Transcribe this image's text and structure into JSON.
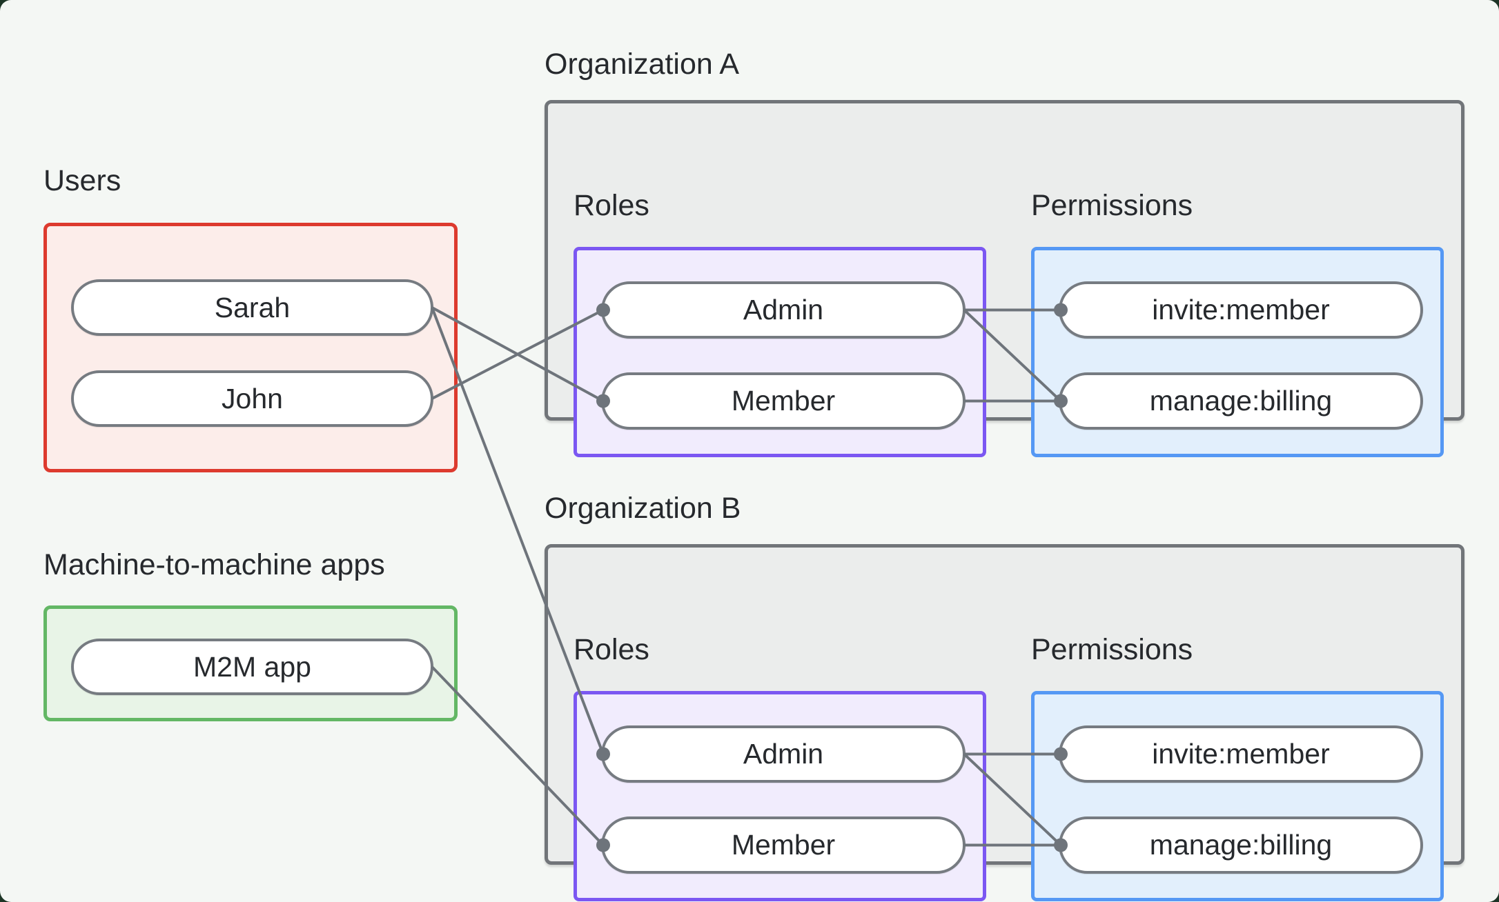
{
  "groups": {
    "users": {
      "label": "Users",
      "items": [
        "Sarah",
        "John"
      ]
    },
    "m2m": {
      "label": "Machine-to-machine apps",
      "items": [
        "M2M app"
      ]
    }
  },
  "organizations": [
    {
      "title": "Organization A",
      "roles_label": "Roles",
      "permissions_label": "Permissions",
      "roles": [
        "Admin",
        "Member"
      ],
      "permissions": [
        "invite:member",
        "manage:billing"
      ]
    },
    {
      "title": "Organization B",
      "roles_label": "Roles",
      "permissions_label": "Permissions",
      "roles": [
        "Admin",
        "Member"
      ],
      "permissions": [
        "invite:member",
        "manage:billing"
      ]
    }
  ],
  "connections": [
    {
      "from": "user-sarah",
      "to": "org-a-role-member"
    },
    {
      "from": "user-john",
      "to": "org-a-role-admin"
    },
    {
      "from": "user-sarah",
      "to": "org-b-role-admin"
    },
    {
      "from": "app-m2m",
      "to": "org-b-role-member"
    },
    {
      "from": "org-a-role-admin",
      "to": "org-a-perm-invite-member"
    },
    {
      "from": "org-a-role-admin",
      "to": "org-a-perm-manage-billing"
    },
    {
      "from": "org-a-role-member",
      "to": "org-a-perm-manage-billing"
    },
    {
      "from": "org-b-role-admin",
      "to": "org-b-perm-invite-member"
    },
    {
      "from": "org-b-role-admin",
      "to": "org-b-perm-manage-billing"
    },
    {
      "from": "org-b-role-member",
      "to": "org-b-perm-manage-billing"
    }
  ],
  "colors": {
    "page_bg": "#f4f7f4",
    "backdrop": "#1d3526",
    "line": "#6e747b",
    "pill_border": "#767b81",
    "pill_fill": "#ffffff",
    "text": "#26292d",
    "org_border": "#717579",
    "org_fill": "#ebedec",
    "users_border": "#dd3a2e",
    "users_fill": "#fcedea",
    "m2m_border": "#63b765",
    "m2m_fill": "#e8f4e7",
    "roles_border": "#7b57f2",
    "roles_fill": "#f1ecfd",
    "permissions_border": "#5598f4",
    "permissions_fill": "#e2effc"
  }
}
